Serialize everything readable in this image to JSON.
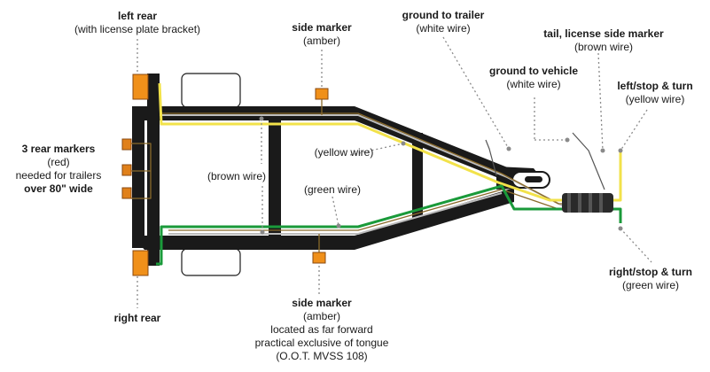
{
  "labels": {
    "left_rear": {
      "title": "left rear",
      "sub": "(with license plate bracket)"
    },
    "side_marker_top": {
      "title": "side marker",
      "sub": "(amber)"
    },
    "ground_to_trailer": {
      "title": "ground to trailer",
      "sub": "(white wire)"
    },
    "tail_license": {
      "title": "tail, license side marker",
      "sub": "(brown wire)"
    },
    "ground_to_vehicle": {
      "title": "ground to vehicle",
      "sub": "(white wire)"
    },
    "left_stop_turn": {
      "title": "left/stop & turn",
      "sub": "(yellow wire)"
    },
    "rear_markers": {
      "line1": "3 rear markers",
      "line2": "(red)",
      "line3": "needed for trailers",
      "line4": "over 80\" wide"
    },
    "yellow_wire": "(yellow wire)",
    "brown_wire": "(brown wire)",
    "green_wire": "(green wire)",
    "right_rear": "right rear",
    "side_marker_bottom": {
      "title": "side marker",
      "line1": "(amber)",
      "line2": "located as far forward",
      "line3": "practical exclusive of tongue",
      "line4": "(O.O.T. MVSS 108)"
    },
    "right_stop_turn": {
      "title": "right/stop & turn",
      "sub": "(green wire)"
    }
  },
  "colors": {
    "frame": "#1a1a1a",
    "yellow_wire": "#f2e24a",
    "green_wire": "#1a9a3a",
    "brown_wire": "#8a6a2a",
    "white_wire": "#bdbdbd",
    "amber_lamp": "#f0901a",
    "red_marker": "#e0801a",
    "leader": "#8a8a8a"
  }
}
